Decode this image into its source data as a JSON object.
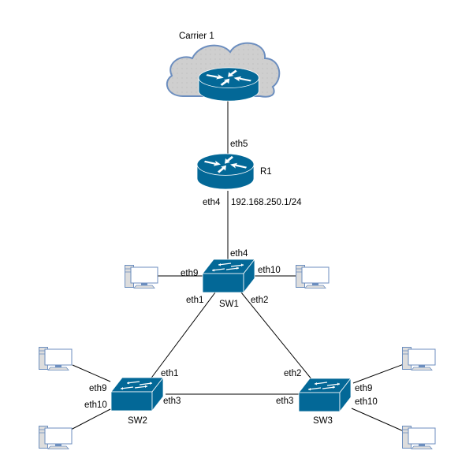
{
  "diagram": {
    "title": "Network topology",
    "colors": {
      "device": "#036897",
      "device_top": "#0d7fab",
      "device_front": "#036897",
      "cloud_fill": "#cccccc",
      "cloud_stroke": "#6c8ebf",
      "pc_stroke": "#6c8ebf",
      "pc_fill": "#ffffff",
      "pc_tower": "#dddddd"
    },
    "nodes": [
      {
        "id": "carrier1",
        "type": "cloud-router",
        "label": "Carrier 1"
      },
      {
        "id": "R1",
        "type": "router",
        "label": "R1"
      },
      {
        "id": "SW1",
        "type": "switch",
        "label": "SW1"
      },
      {
        "id": "SW2",
        "type": "switch",
        "label": "SW2"
      },
      {
        "id": "SW3",
        "type": "switch",
        "label": "SW3"
      },
      {
        "id": "pc-sw1-eth9",
        "type": "pc",
        "label": ""
      },
      {
        "id": "pc-sw1-eth10",
        "type": "pc",
        "label": ""
      },
      {
        "id": "pc-sw2-eth9",
        "type": "pc",
        "label": ""
      },
      {
        "id": "pc-sw2-eth10",
        "type": "pc",
        "label": ""
      },
      {
        "id": "pc-sw3-eth9",
        "type": "pc",
        "label": ""
      },
      {
        "id": "pc-sw3-eth10",
        "type": "pc",
        "label": ""
      }
    ],
    "links": [
      {
        "from": "carrier1",
        "to": "R1",
        "to_port": "eth5"
      },
      {
        "from": "R1",
        "from_port": "eth4",
        "from_ip": "192.168.250.1/24",
        "to": "SW1",
        "to_port": "eth4"
      },
      {
        "from": "SW1",
        "from_port": "eth9",
        "to": "pc-sw1-eth9"
      },
      {
        "from": "SW1",
        "from_port": "eth10",
        "to": "pc-sw1-eth10"
      },
      {
        "from": "SW1",
        "from_port": "eth1",
        "to": "SW2",
        "to_port": "eth1"
      },
      {
        "from": "SW1",
        "from_port": "eth2",
        "to": "SW3",
        "to_port": "eth2"
      },
      {
        "from": "SW2",
        "from_port": "eth3",
        "to": "SW3",
        "to_port": "eth3"
      },
      {
        "from": "SW2",
        "from_port": "eth9",
        "to": "pc-sw2-eth9"
      },
      {
        "from": "SW2",
        "from_port": "eth10",
        "to": "pc-sw2-eth10"
      },
      {
        "from": "SW3",
        "from_port": "eth9",
        "to": "pc-sw3-eth9"
      },
      {
        "from": "SW3",
        "from_port": "eth10",
        "to": "pc-sw3-eth10"
      }
    ],
    "labels": {
      "carrier": "Carrier 1",
      "r1": "R1",
      "r1_eth5": "eth5",
      "r1_eth4": "eth4",
      "r1_ip": "192.168.250.1/24",
      "sw1": "SW1",
      "sw1_eth4": "eth4",
      "sw1_eth9": "eth9",
      "sw1_eth10": "eth10",
      "sw1_eth1": "eth1",
      "sw1_eth2": "eth2",
      "sw2": "SW2",
      "sw2_eth1": "eth1",
      "sw2_eth3": "eth3",
      "sw2_eth9": "eth9",
      "sw2_eth10": "eth10",
      "sw3": "SW3",
      "sw3_eth2": "eth2",
      "sw3_eth3": "eth3",
      "sw3_eth9": "eth9",
      "sw3_eth10": "eth10"
    }
  }
}
